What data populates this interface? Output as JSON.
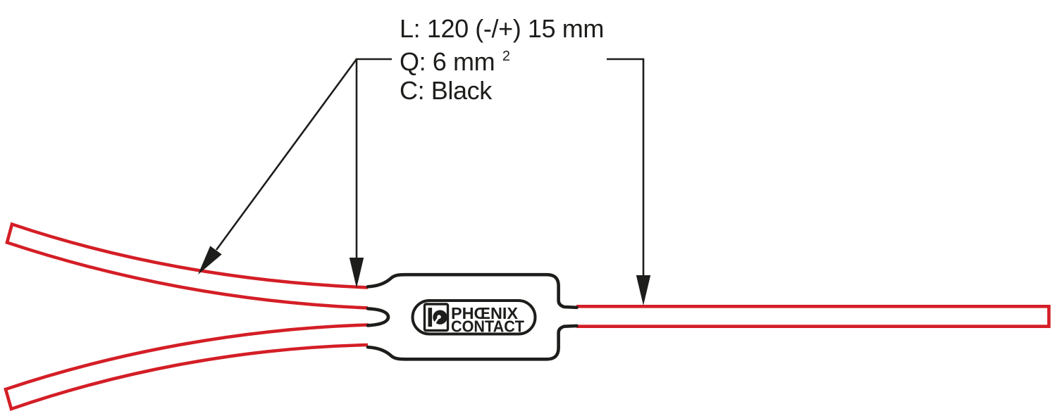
{
  "labels": {
    "length": "L: 120 (-/+) 15 mm",
    "cross_section": "Q: 6 mm",
    "cross_section_exponent": "2",
    "color": "C: Black"
  },
  "logo": {
    "brand_line1": "PHŒNIX",
    "brand_line2": "CONTACT"
  },
  "icons": {
    "logo_mark": "phoenix-contact-clamp-icon",
    "arrowheads": "filled-triangle-arrowhead"
  },
  "colors": {
    "wire_red": "#d41e26",
    "line_black": "#1d1d1b"
  }
}
